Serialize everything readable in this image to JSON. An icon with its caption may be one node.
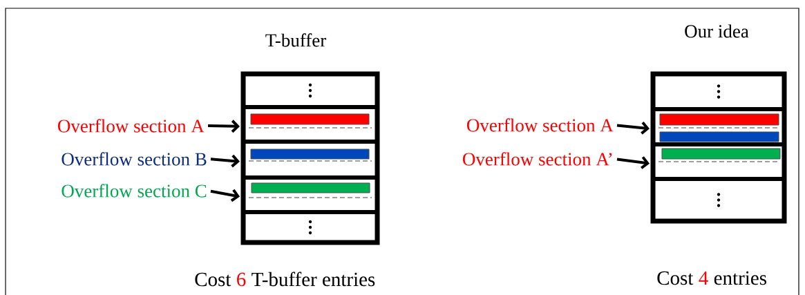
{
  "diagram": {
    "nodes": [
      {
        "text": [
          "T-buffer"
        ]
      },
      {
        "text": [],
        "shape": "box",
        "in": 0
      },
      {
        "text": [],
        "shape": "box",
        "in": 0
      },
      {
        "text": [],
        "shape": "box",
        "in": 0
      },
      {
        "text": [],
        "shape": "box",
        "in": 0
      },
      {
        "text": [],
        "shape": "box",
        "in": 0
      },
      {
        "text": [
          "Overflow section A"
        ]
      },
      {
        "text": [
          "Overflow section B"
        ]
      },
      {
        "text": [
          "Overflow section C"
        ]
      },
      {
        "text": [
          "Our idea"
        ]
      },
      {
        "text": [],
        "shape": "box",
        "in": 9
      },
      {
        "text": [],
        "shape": "box",
        "in": 9
      },
      {
        "text": [],
        "shape": "box",
        "in": 9
      },
      {
        "text": [],
        "shape": "box",
        "in": 9
      },
      {
        "text": [
          "Overflow section A"
        ]
      },
      {
        "text": [
          "Overflow section A’"
        ]
      },
      {
        "text": [],
        "shape": "bar",
        "in": 2
      },
      {
        "text": [],
        "shape": "bar",
        "in": 3
      },
      {
        "text": [],
        "shape": "bar",
        "in": 4
      },
      {
        "text": [],
        "shape": "bar",
        "in": 11
      },
      {
        "text": [],
        "shape": "bar",
        "in": 11
      },
      {
        "text": [],
        "shape": "bar",
        "in": 12
      }
    ],
    "edges": [
      {
        "from": 6,
        "to": 2,
        "arrow": "to"
      },
      {
        "from": 7,
        "to": 3,
        "arrow": "to"
      },
      {
        "from": 8,
        "to": 4,
        "arrow": "to"
      },
      {
        "from": 14,
        "to": 11,
        "arrow": "to"
      },
      {
        "from": 15,
        "to": 12,
        "arrow": "to"
      }
    ],
    "labels": [
      "Cost",
      "6",
      "T-buffer entries",
      "Cost",
      "4",
      "entries"
    ]
  }
}
